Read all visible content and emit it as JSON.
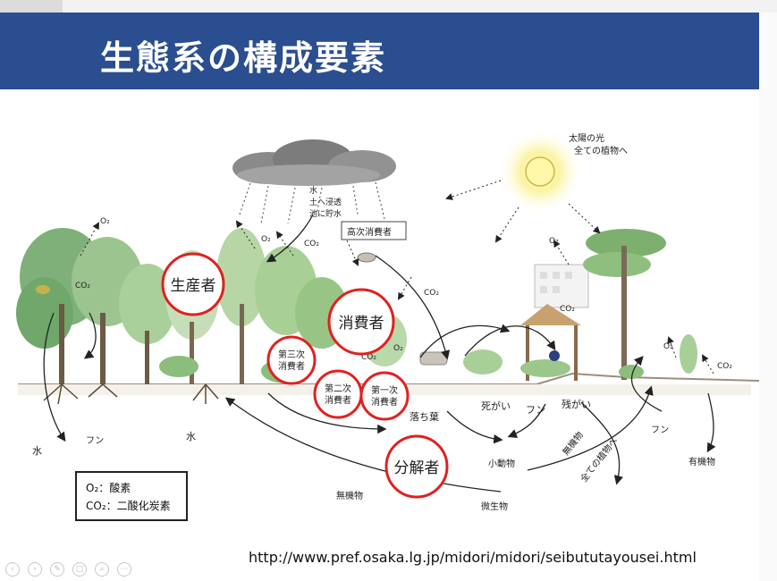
{
  "slide": {
    "title": "生態系の構成要素",
    "url": "http://www.pref.osaka.lg.jp/midori/midori/seibututayousei.html"
  },
  "colors": {
    "title_bar": "#2a4e8f",
    "highlight_ring": "#e0211f"
  },
  "diagram": {
    "labels": {
      "sun_note_1": "太陽の光",
      "sun_note_2": "全ての植物へ",
      "cloud_note_1": "水",
      "cloud_note_2": "土へ浸透",
      "cloud_note_3": "池に貯水",
      "higher_consumer": "高次消費者",
      "producer": "生産者",
      "consumer": "消費者",
      "tertiary_consumer_1": "第三次",
      "tertiary_consumer_2": "消費者",
      "secondary_consumer_1": "第二次",
      "secondary_consumer_2": "消費者",
      "primary_consumer_1": "第一次",
      "primary_consumer_2": "消費者",
      "decomposer": "分解者",
      "fallen_leaves": "落ち葉",
      "carcass": "死がい",
      "dung": "フン",
      "remains": "残がい",
      "small_animals": "小動物",
      "microorganisms": "微生物",
      "inorganic": "無機物",
      "inorganic_2": "無機物",
      "to_all_plants": "全ての植物へ",
      "organic": "有機物",
      "water_left": "水",
      "water_mid": "水",
      "dung_left": "フン",
      "dung_right": "フン",
      "o2": "O₂",
      "co2": "CO₂"
    },
    "legend": {
      "o2_line": "O₂：酸素",
      "co2_line": "CO₂：二酸化炭素"
    }
  },
  "controls": {
    "icons": [
      "prev-icon",
      "next-icon",
      "pen-icon",
      "slides-icon",
      "zoom-icon",
      "more-icon"
    ]
  }
}
